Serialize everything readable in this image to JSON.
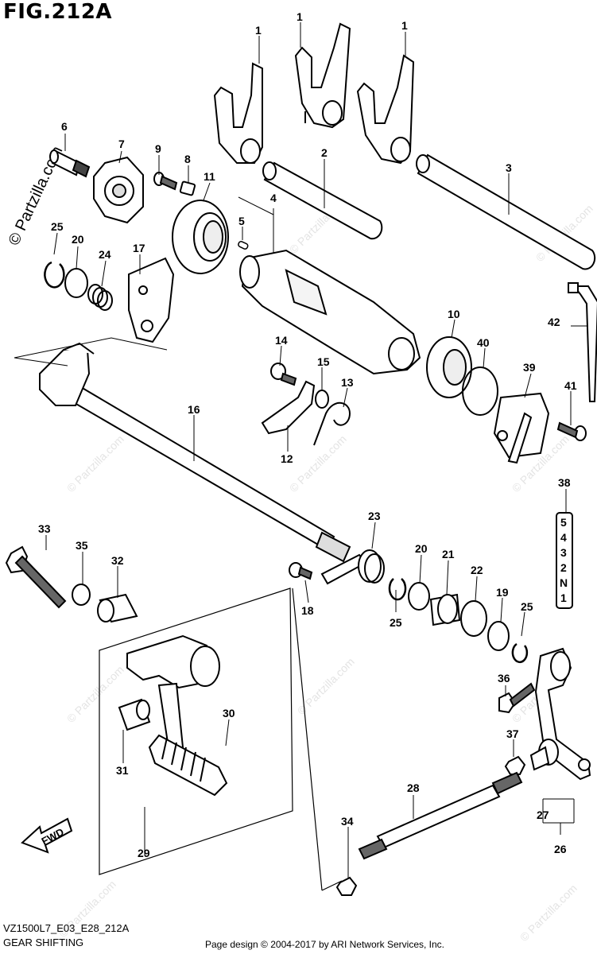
{
  "figure": {
    "title": "FIG.212A",
    "model_code": "VZ1500L7_E03_E28_212A",
    "section": "GEAR SHIFTING",
    "copyright": "Page design © 2004-2017 by ARI Network Services, Inc.",
    "watermark": "© Partzilla.com",
    "direction_label": "FWD"
  },
  "gear_positions": [
    "5",
    "4",
    "3",
    "2",
    "N",
    "1"
  ],
  "callouts": [
    "1",
    "1",
    "1",
    "2",
    "3",
    "4",
    "5",
    "6",
    "7",
    "8",
    "9",
    "10",
    "11",
    "12",
    "13",
    "14",
    "15",
    "16",
    "17",
    "18",
    "19",
    "20",
    "20",
    "21",
    "22",
    "23",
    "24",
    "25",
    "25",
    "25",
    "26",
    "27",
    "28",
    "29",
    "30",
    "31",
    "32",
    "33",
    "34",
    "35",
    "36",
    "37",
    "38",
    "39",
    "40",
    "41",
    "42"
  ]
}
